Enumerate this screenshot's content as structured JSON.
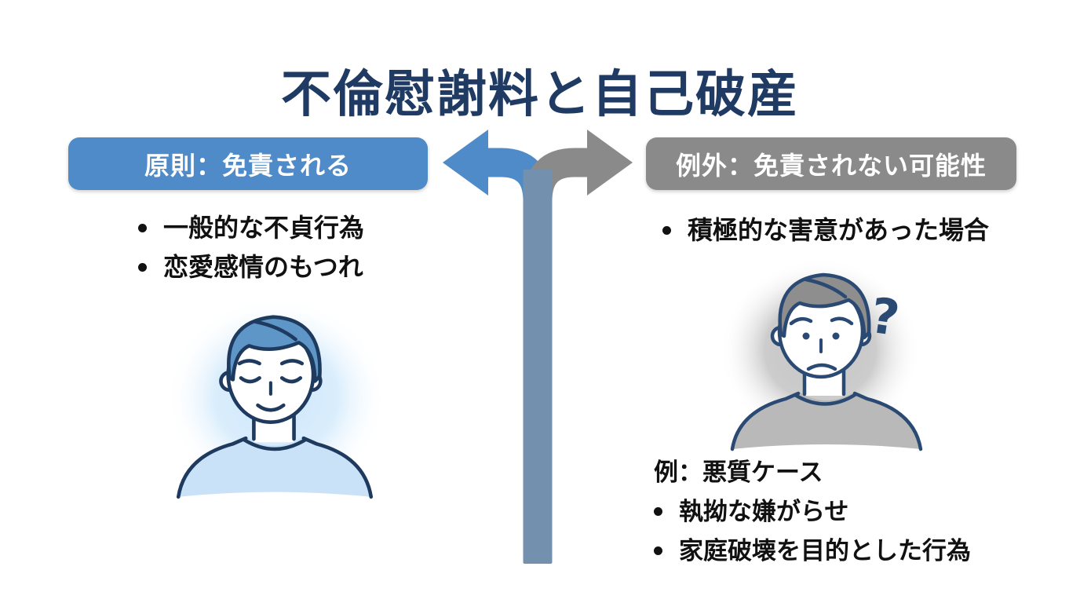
{
  "title": "不倫慰謝料と自己破産",
  "left": {
    "header": "原則：免責される",
    "bullets": [
      "一般的な不貞行為",
      "恋愛感情のもつれ"
    ]
  },
  "right": {
    "header": "例外：免責されない可能性",
    "bullets": [
      "積極的な害意があった場合"
    ],
    "example_title": "例：悪質ケース",
    "example_bullets": [
      "執拗な嫌がらせ",
      "家庭破壊を目的とした行為"
    ],
    "question_mark": "?"
  },
  "icons": {
    "fork": "fork-branch-arrows-icon",
    "left_person": "calm-person-icon",
    "right_person": "worried-person-icon",
    "question": "question-mark-icon"
  },
  "colors": {
    "title": "#1F3A63",
    "body_text": "#111111",
    "left_accent": "#4E8BC8",
    "right_accent": "#8A8A8A",
    "trunk": "#7391AE",
    "outline_left": "#1E3A5F",
    "outline_right": "#2B4A73",
    "left_hair": "#5E96C8",
    "left_shirt": "#C9E2F8",
    "right_hair": "#8E8E8E",
    "right_shirt": "#B9B9B9"
  }
}
